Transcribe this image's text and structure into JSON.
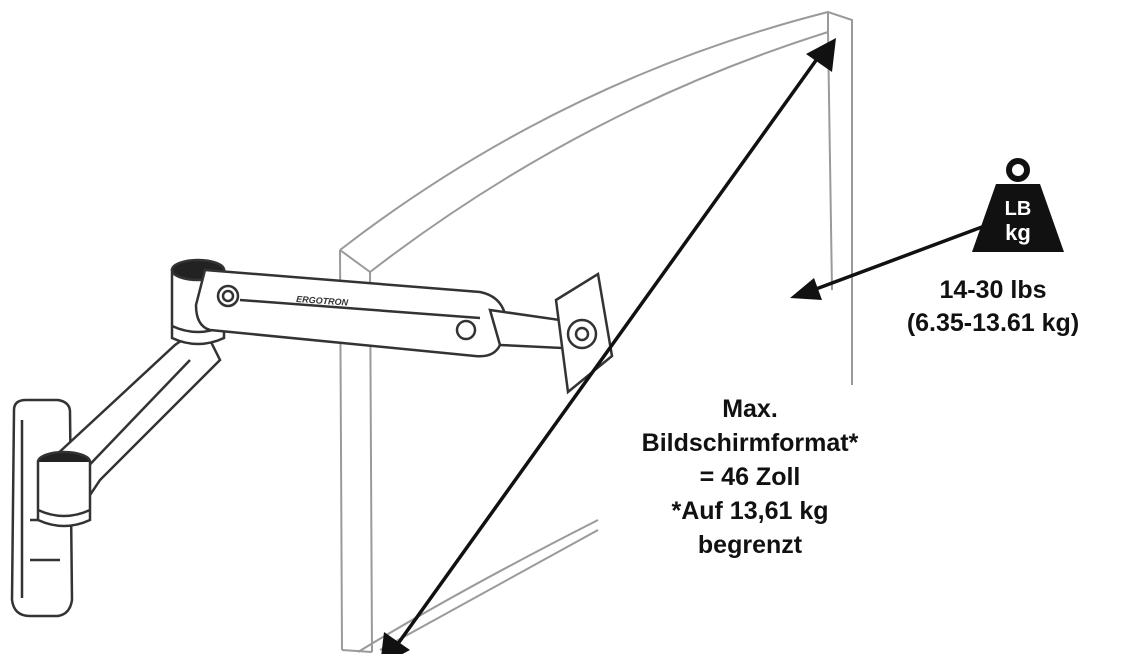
{
  "diagram": {
    "monitor_arm": {
      "brand_mark": "ERGOTRON"
    },
    "weight_icon": {
      "top_text": "LB",
      "bottom_text": "kg"
    },
    "weight_label": {
      "line1": "14-30 lbs",
      "line2": "(6.35-13.61 kg)"
    },
    "size_label": {
      "line1": "Max.",
      "line2": "Bildschirmformat*",
      "line3": "= 46 Zoll",
      "line4": "*Auf 13,61 kg",
      "line5": "begrenzt"
    },
    "colors": {
      "ink": "#111111",
      "monitor_outline": "#9a9a9a",
      "arm_outline": "#333333",
      "background": "#ffffff"
    }
  }
}
